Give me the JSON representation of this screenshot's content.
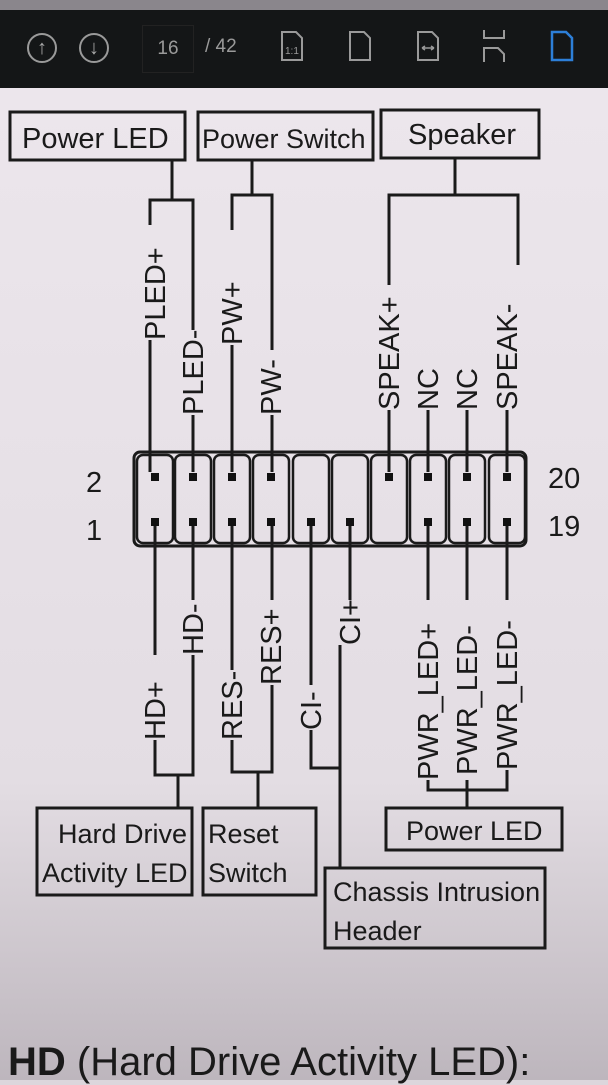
{
  "toolbar": {
    "prev_icon": "arrow-up-circle-icon",
    "next_icon": "arrow-down-circle-icon",
    "current_page": "16",
    "total_pages": "/ 42",
    "view_icons": [
      "actual-size-icon",
      "fit-page-icon",
      "fit-width-icon",
      "two-page-icon",
      "single-page-icon"
    ],
    "active_color": "#2d7fd8"
  },
  "diagram": {
    "top_boxes": [
      "Power LED",
      "Power Switch",
      "Speaker"
    ],
    "top_pins": [
      "PLED+",
      "PLED-",
      "PW+",
      "PW-",
      "SPEAK+",
      "NC",
      "NC",
      "SPEAK-"
    ],
    "bottom_pins": [
      "HD+",
      "HD-",
      "RES-",
      "RES+",
      "CI-",
      "CI+",
      "PWR_LED+",
      "PWR_LED-",
      "PWR_LED-"
    ],
    "row_numbers": {
      "left_top": "2",
      "left_bottom": "1",
      "right_top": "20",
      "right_bottom": "19"
    },
    "bottom_boxes": {
      "hdd_line1": "Hard Drive",
      "hdd_line2": "Activity LED",
      "reset_line1": "Reset",
      "reset_line2": "Switch",
      "chassis_line1": "Chassis Intrusion",
      "chassis_line2": "Header",
      "power_led": "Power LED"
    }
  },
  "footer": {
    "heading_bold": "HD",
    "heading_rest": " (Hard Drive Activity LED):"
  }
}
